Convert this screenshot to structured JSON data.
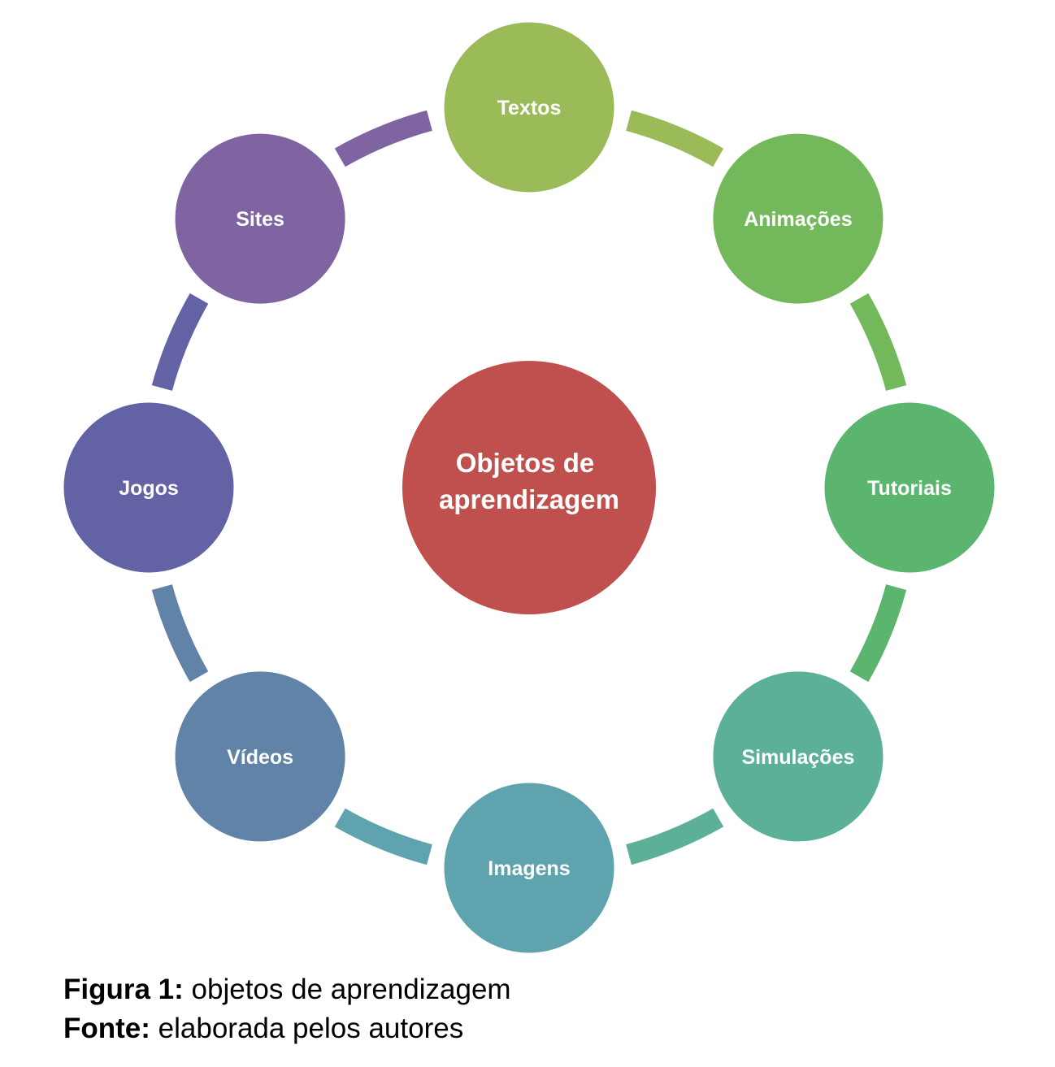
{
  "center": {
    "label_lines": [
      "Objetos de",
      "aprendizagem"
    ],
    "color": "#C0504D"
  },
  "nodes": [
    {
      "label": "Textos",
      "color": "#9BBB59"
    },
    {
      "label": "Animações",
      "color": "#74B85C"
    },
    {
      "label": "Tutoriais",
      "color": "#5BB56F"
    },
    {
      "label": "Simulações",
      "color": "#5BB097"
    },
    {
      "label": "Imagens",
      "color": "#5FA3AE"
    },
    {
      "label": "Vídeos",
      "color": "#6083A7"
    },
    {
      "label": "Jogos",
      "color": "#6262A5"
    },
    {
      "label": "Sites",
      "color": "#8064A2"
    }
  ],
  "caption": {
    "figure_label": "Figura 1:",
    "figure_text": " objetos de aprendizagem",
    "source_label": "Fonte:",
    "source_text": " elaborada pelos autores"
  }
}
